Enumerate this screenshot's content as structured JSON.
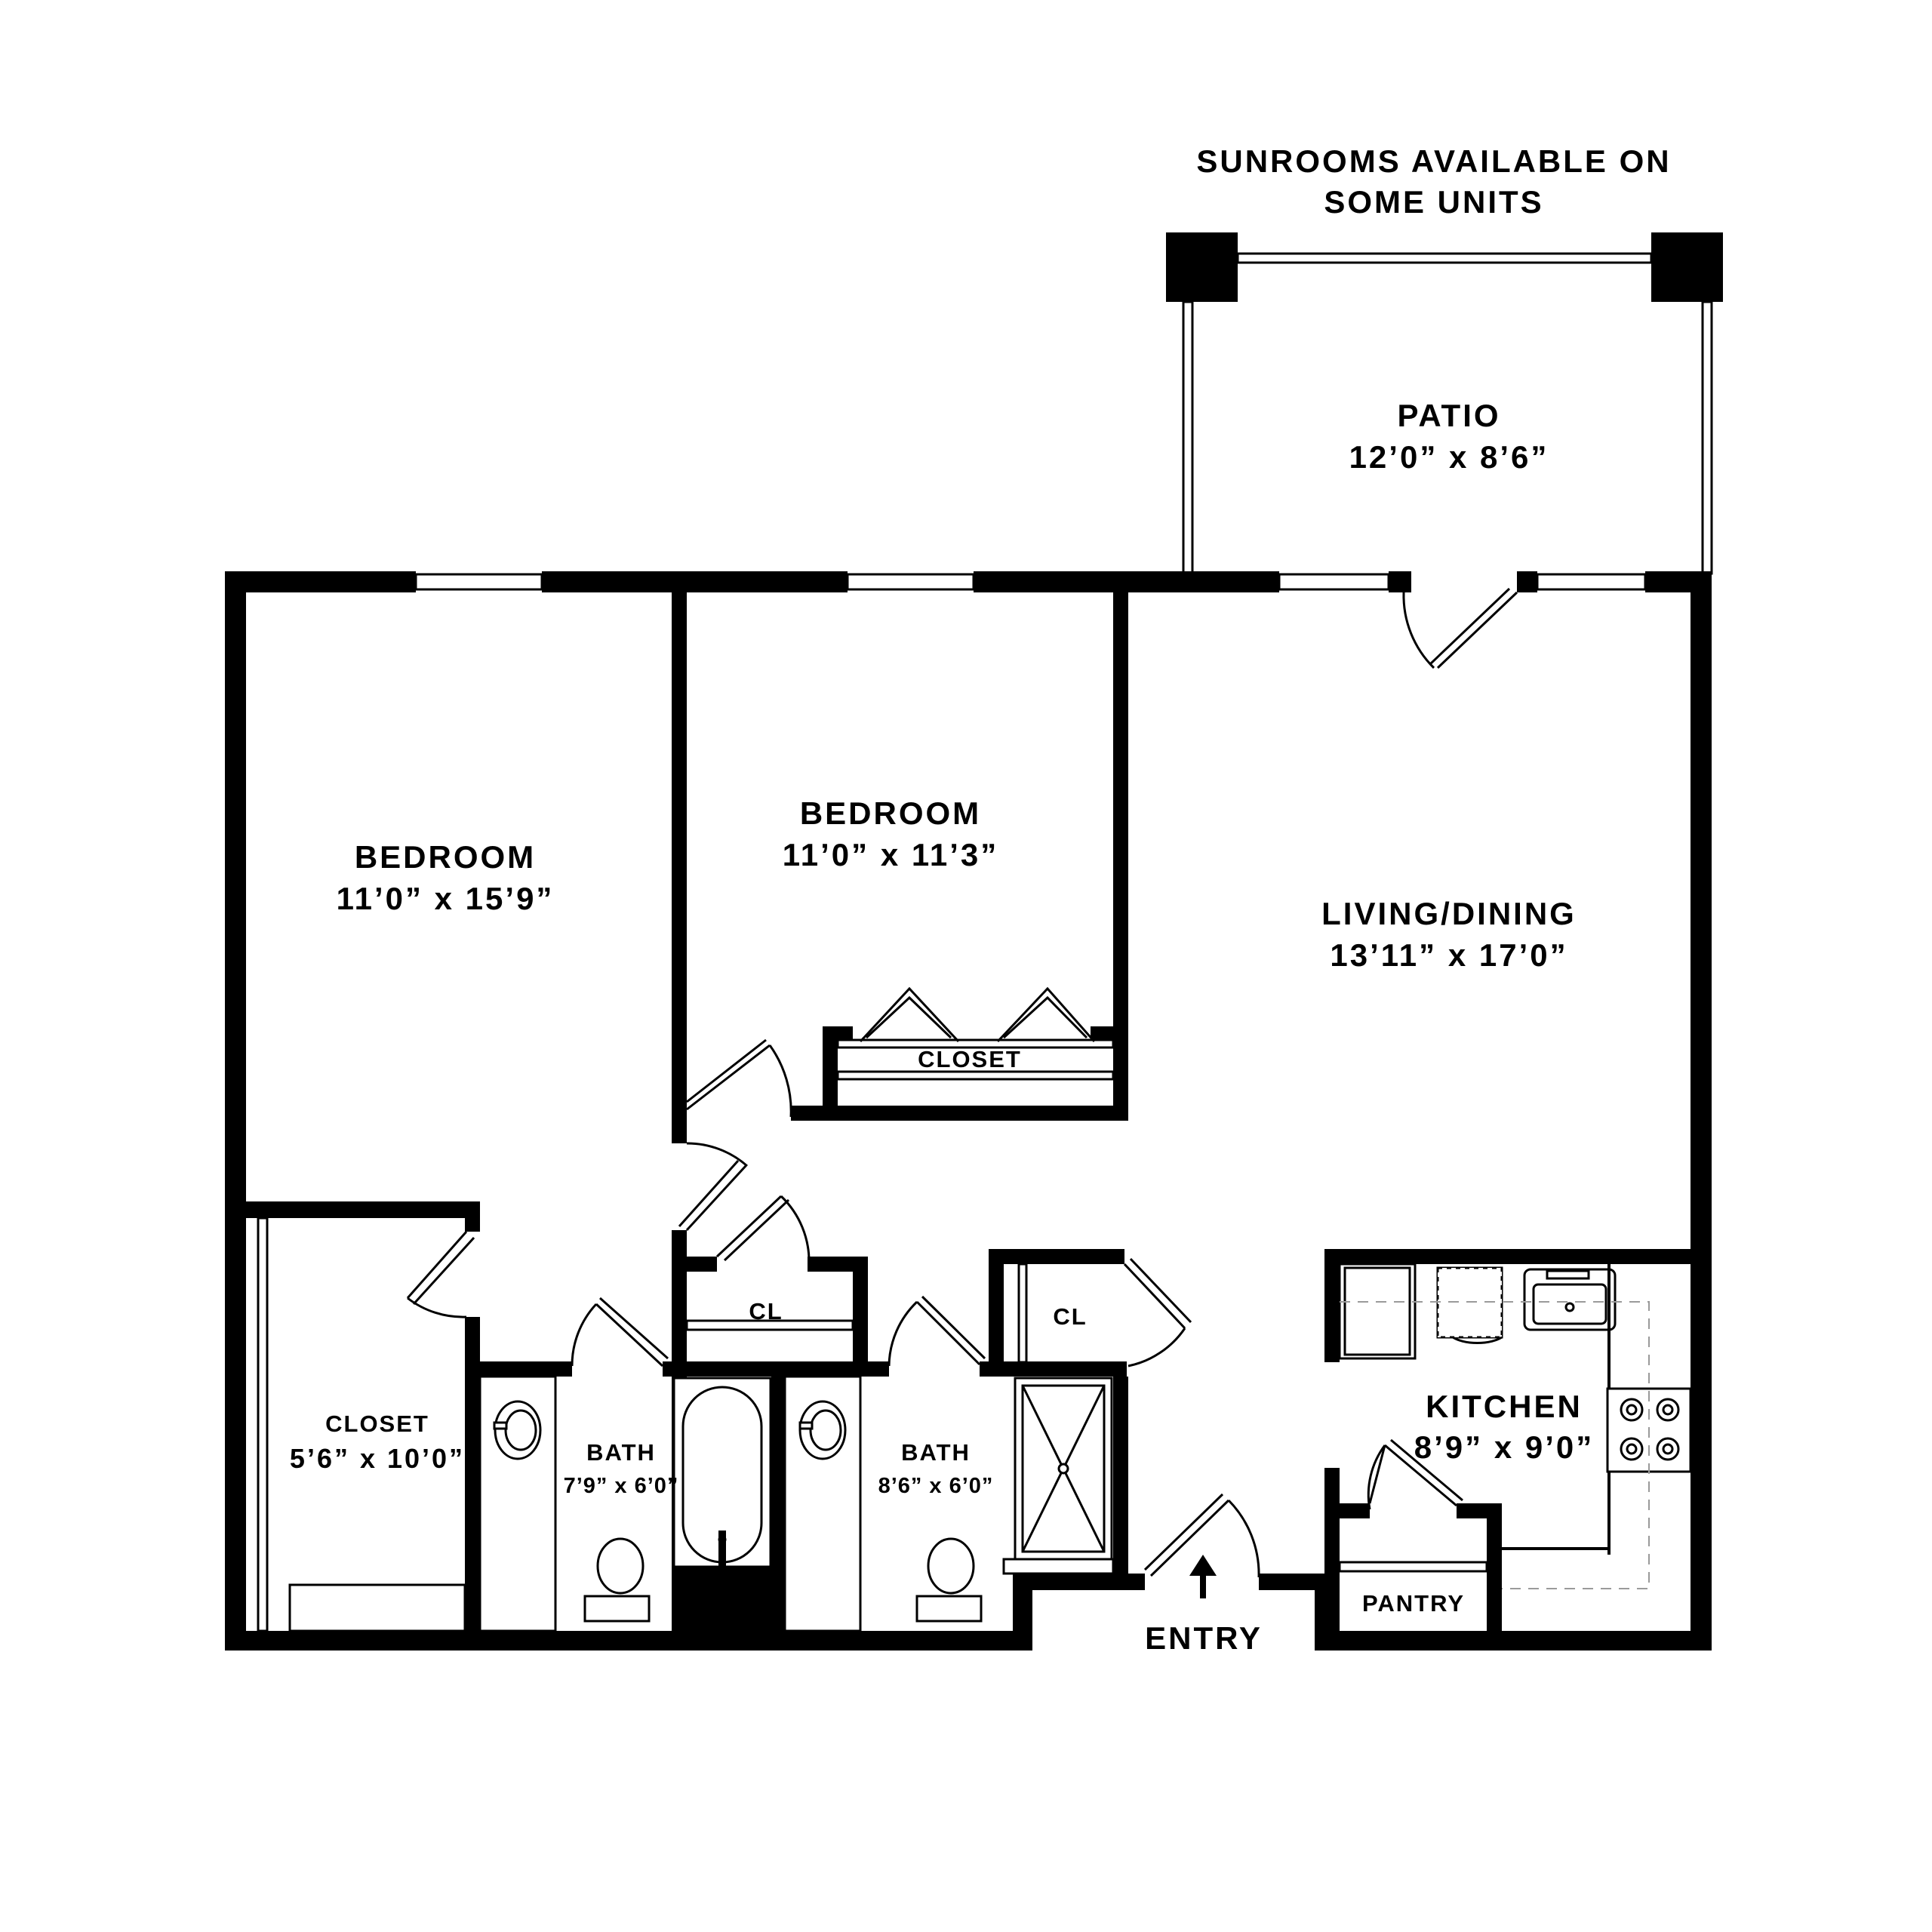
{
  "labels": {
    "sunroom_line1": "SUNROOMS AVAILABLE ON",
    "sunroom_line2": "SOME UNITS",
    "patio_name": "PATIO",
    "patio_size": "12’0” x 8’6”",
    "bedroom1_name": "BEDROOM",
    "bedroom1_size": "11’0” x 15’9”",
    "bedroom2_name": "BEDROOM",
    "bedroom2_size": "11’0” x 11’3”",
    "living_name": "LIVING/DINING",
    "living_size": "13’11” x 17’0”",
    "closet_bed2": "CLOSET",
    "closet_big_name": "CLOSET",
    "closet_big_size": "5’6” x 10’0”",
    "cl_hall": "CL",
    "cl_entry": "CL",
    "bath1_name": "BATH",
    "bath1_size": "7’9” x 6’0”",
    "bath2_name": "BATH",
    "bath2_size": "8’6” x 6’0”",
    "kitchen_name": "KITCHEN",
    "kitchen_size": "8’9” x 9’0”",
    "pantry": "PANTRY",
    "entry": "ENTRY"
  },
  "colors": {
    "wall": "#000000",
    "background": "#ffffff",
    "counter_dash": "#9a9a9a"
  }
}
